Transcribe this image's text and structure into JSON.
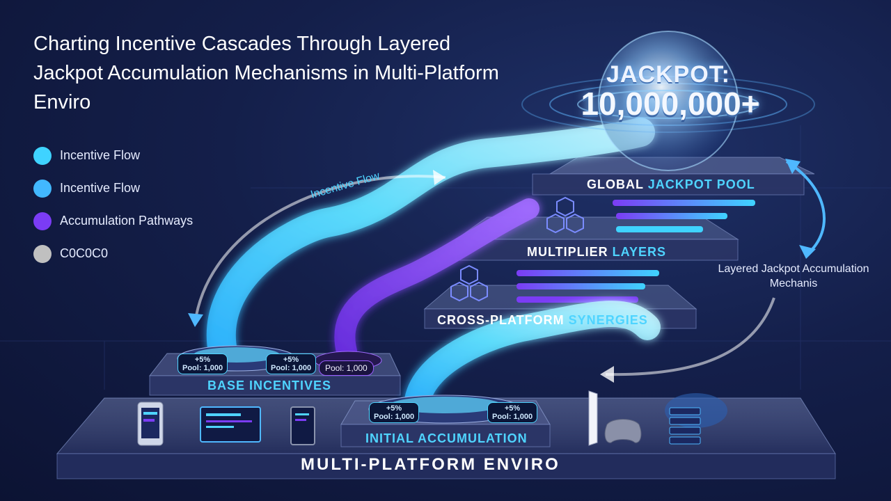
{
  "title": "Charting Incentive Cascades Through Layered Jackpot Accumulation Mechanisms in Multi-Platform Enviro",
  "legend": [
    {
      "label": "Incentive Flow",
      "color": "#3fd3ff"
    },
    {
      "label": "Incentive Flow",
      "color": "#42b8ff"
    },
    {
      "label": "Accumulation Pathways",
      "color": "#7b3cf5"
    },
    {
      "label": "C0C0C0",
      "color": "#c0c0c0"
    }
  ],
  "jackpot": {
    "line1": "JACKPOT:",
    "line2": "10,000,000+"
  },
  "layers": {
    "global": {
      "w": "GLOBAL",
      "c": "JACKPOT POOL"
    },
    "multiplier": {
      "w": "MULTIPLIER",
      "c": "LAYERS"
    },
    "cross": {
      "w": "CROSS-PLATFORM",
      "c": "SYNERGIES"
    },
    "base": "BASE INCENTIVES",
    "initial": "INITIAL ACCUMULATION",
    "platform": "MULTI-PLATFORM ENVIRO"
  },
  "annotations": {
    "incentive_flow": "Incentive Flow",
    "layered": "Layered Jackpot Accumulation Mechanis"
  },
  "badges": {
    "pct": "+5%",
    "pool": "Pool: 1,000",
    "pool_purple": "Pool: 1,000"
  },
  "colors": {
    "flow_cyan": "#3fd3ff",
    "flow_blue": "#42b8ff",
    "pathway_purple": "#7b3cf5",
    "accent_text": "#4fd4ff"
  }
}
